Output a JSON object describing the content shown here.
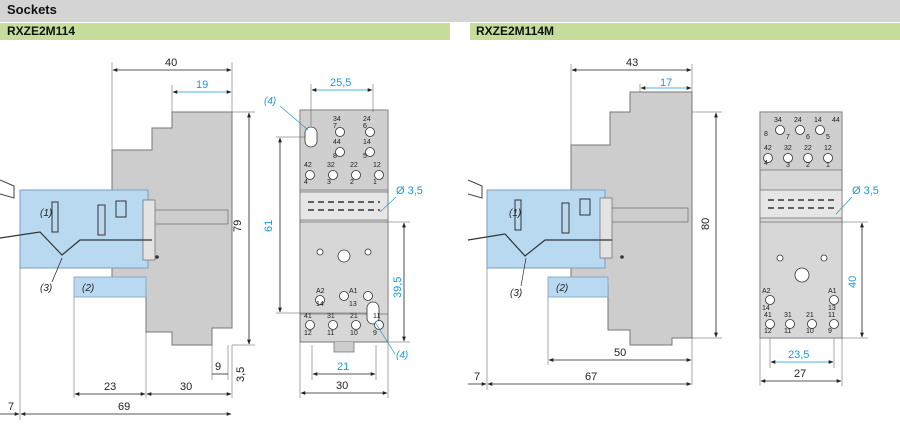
{
  "header": {
    "title": "Sockets"
  },
  "models": [
    {
      "name": "RXZE2M114"
    },
    {
      "name": "RXZE2M114M"
    }
  ],
  "left": {
    "dims": {
      "d40": "40",
      "d19": "19",
      "d79": "79",
      "d61": "61",
      "d25_5": "25,5",
      "d3_5_hole": "Ø 3,5",
      "d39_5": "39,5",
      "d21": "21",
      "d30_front": "30",
      "d9": "9",
      "d3_5": "3,5",
      "d23": "23",
      "d30_side": "30",
      "d7": "7",
      "d69": "69"
    },
    "callouts": {
      "c1": "(1)",
      "c2": "(2)",
      "c3": "(3)",
      "c4a": "(4)",
      "c4b": "(4)"
    },
    "pins": [
      "34",
      "24",
      "7",
      "6",
      "44",
      "14",
      "8",
      "5",
      "42",
      "32",
      "22",
      "12",
      "4",
      "3",
      "2",
      "1",
      "A2",
      "A1",
      "14",
      "13",
      "41",
      "31",
      "21",
      "11",
      "12",
      "11",
      "10",
      "9"
    ]
  },
  "right": {
    "dims": {
      "d43": "43",
      "d17": "17",
      "d80": "80",
      "d50": "50",
      "d3_5_hole": "Ø 3,5",
      "d40": "40",
      "d23_5": "23,5",
      "d27": "27",
      "d7": "7",
      "d67": "67"
    },
    "callouts": {
      "c1": "(1)",
      "c2": "(2)",
      "c3": "(3)"
    },
    "pins": [
      "34",
      "24",
      "14",
      "8",
      "7",
      "6",
      "5",
      "44",
      "4",
      "42",
      "32",
      "22",
      "12",
      "3",
      "2",
      "1",
      "A2",
      "A1",
      "14",
      "13",
      "41",
      "31",
      "21",
      "11",
      "12",
      "11",
      "10",
      "9"
    ]
  },
  "colors": {
    "accent_blue": "#1a9ad6",
    "header_gray": "#d4d4d4",
    "model_green": "#c6dd9c",
    "body_gray": "#cdcdcd",
    "relay_blue": "#b9d9f0"
  }
}
